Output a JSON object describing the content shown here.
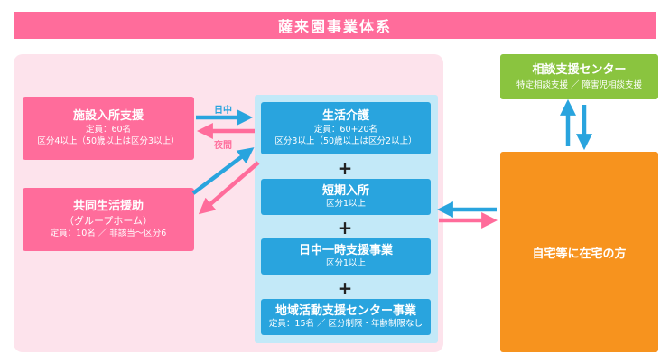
{
  "title": "薩来園事業体系",
  "facility": {
    "title": "施設入所支援",
    "capacity": "定員：60名",
    "category": "区分4以上（50歳以上は区分3以上）"
  },
  "group_home": {
    "title": "共同生活援助",
    "subtitle": "（グループホーム）",
    "info": "定員：10名 ／ 非該当〜区分6"
  },
  "daytime_label": "日中",
  "night_label": "夜間",
  "services": [
    {
      "title": "生活介護",
      "lines": [
        "定員：60+20名",
        "区分3以上（50歳以上は区分2以上）"
      ]
    },
    {
      "title": "短期入所",
      "lines": [
        "区分1以上"
      ]
    },
    {
      "title": "日中一時支援事業",
      "lines": [
        "区分1以上"
      ]
    },
    {
      "title": "地域活動支援センター事業",
      "lines": [
        "定員：15名 ／ 区分制限・年齢制限なし"
      ]
    }
  ],
  "plus_symbol": "+",
  "consult": {
    "title": "相談支援センター",
    "subtitle": "特定相談支援 ／ 障害児相談支援"
  },
  "home": {
    "label": "自宅等に在宅の方"
  },
  "colors": {
    "pink": "#ff6c9b",
    "blue": "#29a4de",
    "light_blue": "#c3e9f8",
    "light_pink": "#fde3ec",
    "green": "#8ac43f",
    "orange": "#f7931e"
  }
}
